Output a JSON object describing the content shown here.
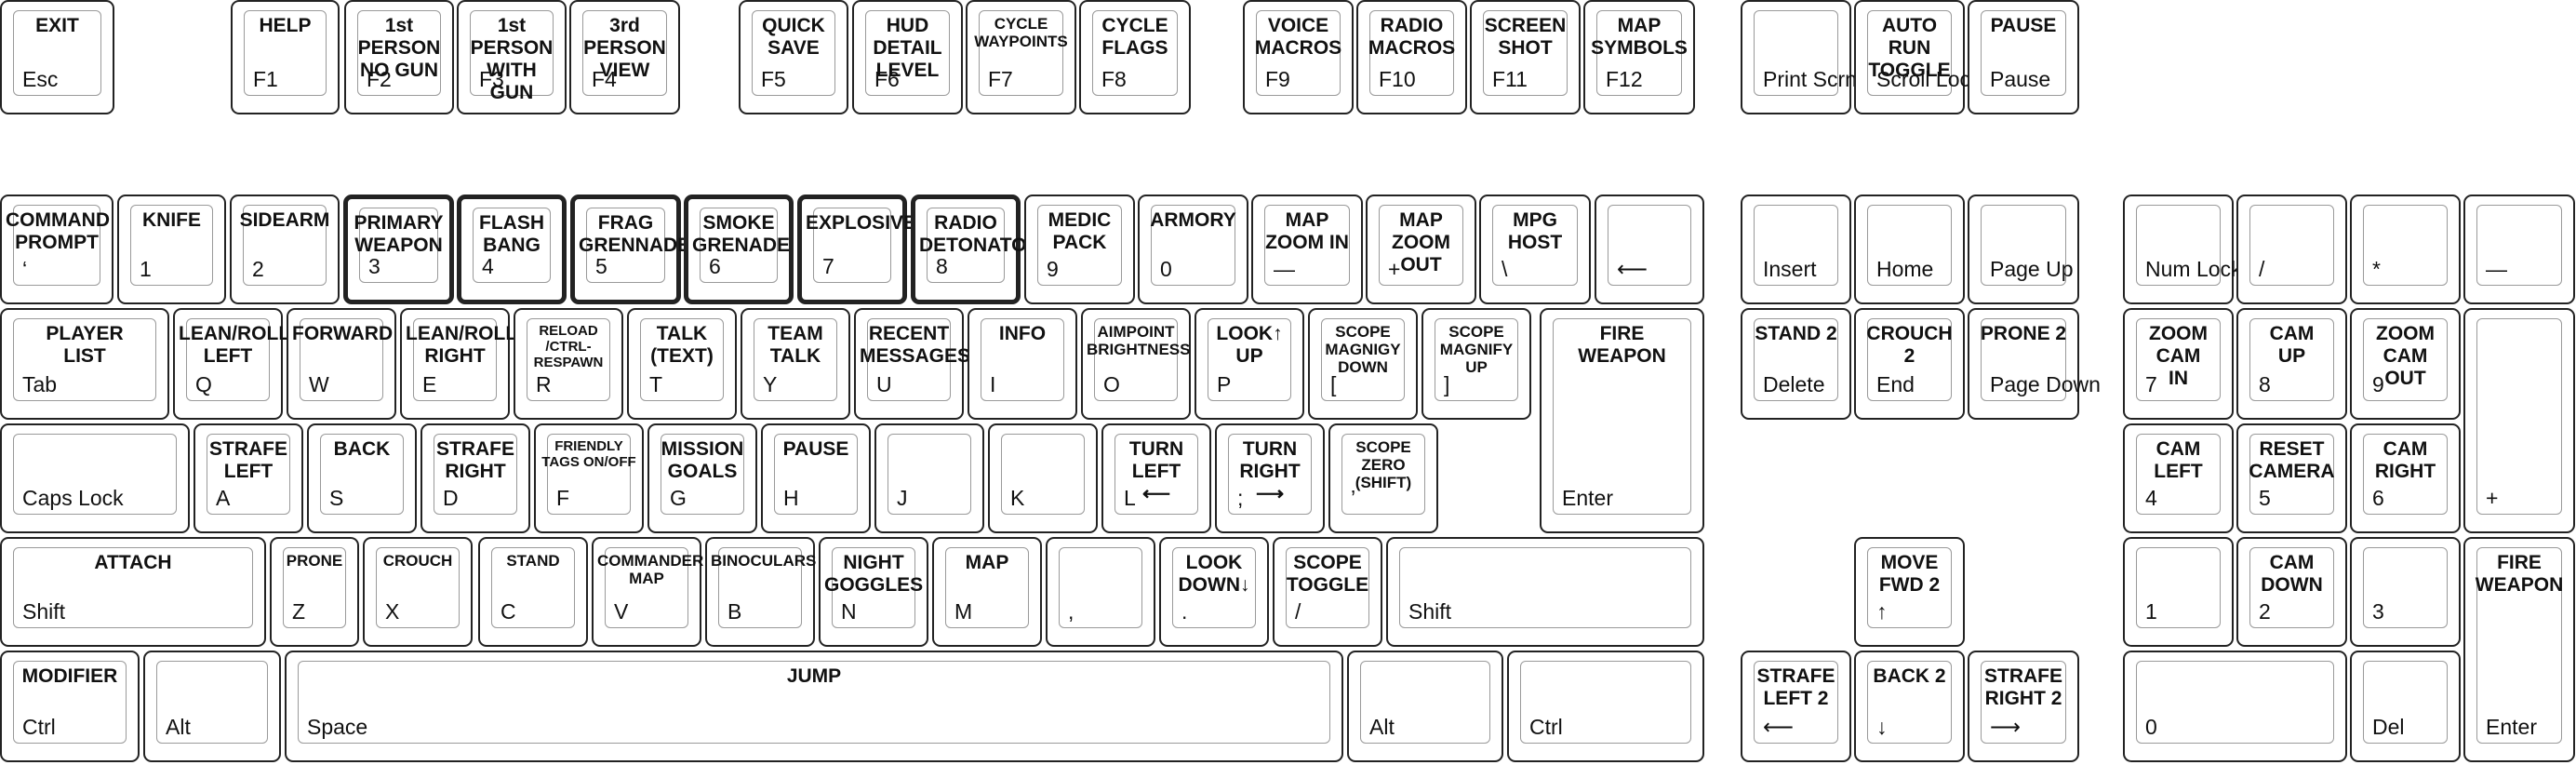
{
  "keys": [
    {
      "id": "esc",
      "legend": "Esc",
      "action": "EXIT"
    },
    {
      "id": "f1",
      "legend": "F1",
      "action": "HELP"
    },
    {
      "id": "f2",
      "legend": "F2",
      "action": "1st\nPERSON\nNO GUN"
    },
    {
      "id": "f3",
      "legend": "F3",
      "action": "1st\nPERSON\nWITH GUN"
    },
    {
      "id": "f4",
      "legend": "F4",
      "action": "3rd\nPERSON\nVIEW"
    },
    {
      "id": "f5",
      "legend": "F5",
      "action": "QUICK\nSAVE"
    },
    {
      "id": "f6",
      "legend": "F6",
      "action": "HUD\nDETAIL\nLEVEL"
    },
    {
      "id": "f7",
      "legend": "F7",
      "action": "CYCLE\nWAYPOINTS"
    },
    {
      "id": "f8",
      "legend": "F8",
      "action": "CYCLE\nFLAGS"
    },
    {
      "id": "f9",
      "legend": "F9",
      "action": "VOICE\nMACROS"
    },
    {
      "id": "f10",
      "legend": "F10",
      "action": "RADIO\nMACROS"
    },
    {
      "id": "f11",
      "legend": "F11",
      "action": "SCREEN\nSHOT"
    },
    {
      "id": "f12",
      "legend": "F12",
      "action": "MAP\nSYMBOLS"
    },
    {
      "id": "printscrn",
      "legend": "Print Scrn",
      "action": ""
    },
    {
      "id": "scrolllock",
      "legend": "Scroll Lock",
      "action": "AUTO RUN\nTOGGLE"
    },
    {
      "id": "pause",
      "legend": "Pause",
      "action": "PAUSE"
    },
    {
      "id": "backtick",
      "legend": "‘",
      "action": "COMMAND\nPROMPT"
    },
    {
      "id": "k1",
      "legend": "1",
      "action": "KNIFE"
    },
    {
      "id": "k2",
      "legend": "2",
      "action": "SIDEARM"
    },
    {
      "id": "k3",
      "legend": "3",
      "action": "PRIMARY\nWEAPON"
    },
    {
      "id": "k4",
      "legend": "4",
      "action": "FLASH\nBANG"
    },
    {
      "id": "k5",
      "legend": "5",
      "action": "FRAG\nGRENNADE"
    },
    {
      "id": "k6",
      "legend": "6",
      "action": "SMOKE\nGRENADE"
    },
    {
      "id": "k7",
      "legend": "7",
      "action": "EXPLOSIVE"
    },
    {
      "id": "k8",
      "legend": "8",
      "action": "RADIO\nDETONATOR"
    },
    {
      "id": "k9",
      "legend": "9",
      "action": "MEDIC\nPACK"
    },
    {
      "id": "k0",
      "legend": "0",
      "action": "ARMORY"
    },
    {
      "id": "minus",
      "legend": "—",
      "action": "MAP\nZOOM IN"
    },
    {
      "id": "plus",
      "legend": "+",
      "action": "MAP\nZOOM OUT"
    },
    {
      "id": "backslash",
      "legend": "\\",
      "action": "MPG\nHOST"
    },
    {
      "id": "backspace",
      "legend": "⟵",
      "action": ""
    },
    {
      "id": "insert",
      "legend": "Insert",
      "action": ""
    },
    {
      "id": "home",
      "legend": "Home",
      "action": ""
    },
    {
      "id": "pageup",
      "legend": "Page Up",
      "action": ""
    },
    {
      "id": "numlock",
      "legend": "Num Lock",
      "action": ""
    },
    {
      "id": "numslash",
      "legend": "/",
      "action": ""
    },
    {
      "id": "numstar",
      "legend": "*",
      "action": ""
    },
    {
      "id": "numminus",
      "legend": "—",
      "action": ""
    },
    {
      "id": "tab",
      "legend": "Tab",
      "action": "PLAYER\nLIST"
    },
    {
      "id": "q",
      "legend": "Q",
      "action": "LEAN/ROLL\nLEFT"
    },
    {
      "id": "w",
      "legend": "W",
      "action": "FORWARD"
    },
    {
      "id": "e",
      "legend": "E",
      "action": "LEAN/ROLL\nRIGHT"
    },
    {
      "id": "r",
      "legend": "R",
      "action": "RELOAD\n/CTRL-\nRESPAWN"
    },
    {
      "id": "t",
      "legend": "T",
      "action": "TALK\n(TEXT)"
    },
    {
      "id": "y",
      "legend": "Y",
      "action": "TEAM\nTALK"
    },
    {
      "id": "u",
      "legend": "U",
      "action": "RECENT\nMESSAGES"
    },
    {
      "id": "i",
      "legend": "I",
      "action": "INFO"
    },
    {
      "id": "o",
      "legend": "O",
      "action": "AIMPOINT\nBRIGHTNESS"
    },
    {
      "id": "p",
      "legend": "P",
      "action": "LOOK↑\nUP"
    },
    {
      "id": "lbracket",
      "legend": "[",
      "action": "SCOPE\nMAGNIGY\nDOWN"
    },
    {
      "id": "rbracket",
      "legend": "]",
      "action": "SCOPE\nMAGNIFY\nUP"
    },
    {
      "id": "enter",
      "legend": "Enter",
      "action": "FIRE\nWEAPON"
    },
    {
      "id": "delete",
      "legend": "Delete",
      "action": "STAND 2"
    },
    {
      "id": "end",
      "legend": "End",
      "action": "CROUCH 2"
    },
    {
      "id": "pagedown",
      "legend": "Page Down",
      "action": "PRONE 2"
    },
    {
      "id": "num7",
      "legend": "7",
      "action": "ZOOM\nCAM\nIN"
    },
    {
      "id": "num8",
      "legend": "8",
      "action": "CAM\nUP"
    },
    {
      "id": "num9",
      "legend": "9",
      "action": "ZOOM\nCAM\nOUT"
    },
    {
      "id": "numplus",
      "legend": "+",
      "action": ""
    },
    {
      "id": "capslock",
      "legend": "Caps Lock",
      "action": ""
    },
    {
      "id": "a",
      "legend": "A",
      "action": "STRAFE\nLEFT"
    },
    {
      "id": "s",
      "legend": "S",
      "action": "BACK"
    },
    {
      "id": "d",
      "legend": "D",
      "action": "STRAFE\nRIGHT"
    },
    {
      "id": "f",
      "legend": "F",
      "action": "FRIENDLY\nTAGS ON/OFF"
    },
    {
      "id": "g",
      "legend": "G",
      "action": "MISSION\nGOALS"
    },
    {
      "id": "h",
      "legend": "H",
      "action": "PAUSE"
    },
    {
      "id": "j",
      "legend": "J",
      "action": ""
    },
    {
      "id": "k",
      "legend": "K",
      "action": ""
    },
    {
      "id": "l",
      "legend": "L",
      "action": "TURN\nLEFT\n⟵"
    },
    {
      "id": "semicolon",
      "legend": ";",
      "action": "TURN\nRIGHT\n⟶"
    },
    {
      "id": "quote",
      "legend": "’",
      "action": "SCOPE\nZERO\n(SHIFT)"
    },
    {
      "id": "num4",
      "legend": "4",
      "action": "CAM\nLEFT"
    },
    {
      "id": "num5",
      "legend": "5",
      "action": "RESET\nCAMERA"
    },
    {
      "id": "num6",
      "legend": "6",
      "action": "CAM\nRIGHT"
    },
    {
      "id": "lshift",
      "legend": "Shift",
      "action": "ATTACH"
    },
    {
      "id": "z",
      "legend": "Z",
      "action": "PRONE"
    },
    {
      "id": "x",
      "legend": "X",
      "action": "CROUCH"
    },
    {
      "id": "c",
      "legend": "C",
      "action": "STAND"
    },
    {
      "id": "v",
      "legend": "V",
      "action": "COMMANDER\nMAP"
    },
    {
      "id": "b",
      "legend": "B",
      "action": "BINOCULARS"
    },
    {
      "id": "n",
      "legend": "N",
      "action": "NIGHT\nGOGGLES"
    },
    {
      "id": "m",
      "legend": "M",
      "action": "MAP"
    },
    {
      "id": "comma",
      "legend": ",",
      "action": ""
    },
    {
      "id": "period",
      "legend": ".",
      "action": "LOOK\nDOWN↓"
    },
    {
      "id": "slash",
      "legend": "/",
      "action": "SCOPE\nTOGGLE"
    },
    {
      "id": "rshift",
      "legend": "Shift",
      "action": ""
    },
    {
      "id": "up",
      "legend": "↑",
      "action": "MOVE\nFWD 2"
    },
    {
      "id": "num1",
      "legend": "1",
      "action": ""
    },
    {
      "id": "num2",
      "legend": "2",
      "action": "CAM\nDOWN"
    },
    {
      "id": "num3",
      "legend": "3",
      "action": ""
    },
    {
      "id": "numenter",
      "legend": "Enter",
      "action": "FIRE\nWEAPON"
    },
    {
      "id": "lctrl",
      "legend": "Ctrl",
      "action": "MODIFIER"
    },
    {
      "id": "lalt",
      "legend": "Alt",
      "action": ""
    },
    {
      "id": "space",
      "legend": "Space",
      "action": "JUMP"
    },
    {
      "id": "ralt",
      "legend": "Alt",
      "action": ""
    },
    {
      "id": "rctrl",
      "legend": "Ctrl",
      "action": ""
    },
    {
      "id": "left",
      "legend": "⟵",
      "action": "STRAFE\nLEFT 2"
    },
    {
      "id": "down",
      "legend": "↓",
      "action": "BACK 2"
    },
    {
      "id": "right",
      "legend": "⟶",
      "action": "STRAFE\nRIGHT 2"
    },
    {
      "id": "num0",
      "legend": "0",
      "action": ""
    },
    {
      "id": "numdel",
      "legend": "Del",
      "action": ""
    }
  ]
}
